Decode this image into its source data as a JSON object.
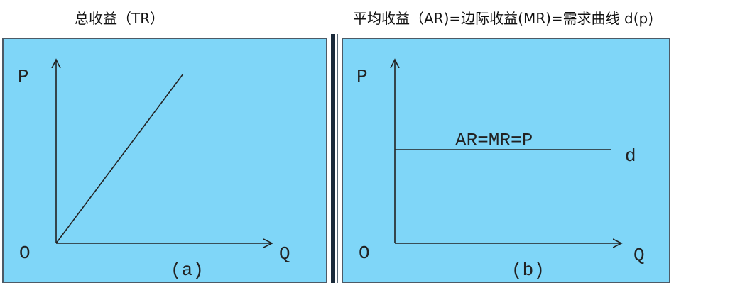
{
  "titles": {
    "left": "总收益（TR）",
    "right": "平均收益（AR)=边际收益(MR)=需求曲线 d(p)"
  },
  "panel_a": {
    "y_label": "P",
    "x_label": "Q",
    "origin_label": "O",
    "caption": "(a)"
  },
  "panel_b": {
    "y_label": "P",
    "x_label": "Q",
    "origin_label": "O",
    "caption": "(b)",
    "line_label": "AR=MR=P",
    "curve_label": "d"
  },
  "colors": {
    "panel_bg": "#7fd6f8",
    "line": "#222222"
  }
}
